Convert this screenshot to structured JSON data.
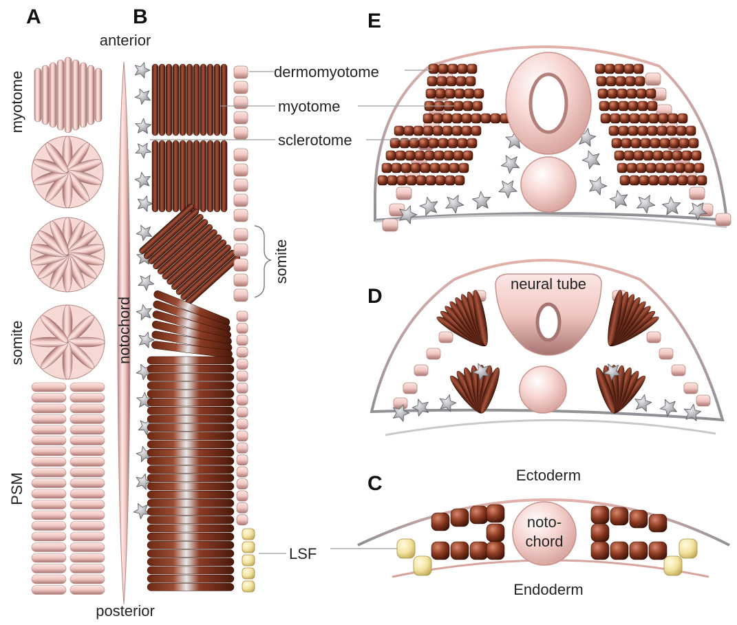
{
  "panels": {
    "a": "A",
    "b": "B",
    "c": "C",
    "d": "D",
    "e": "E"
  },
  "panel_a": {
    "myotome": "myotome",
    "somite": "somite",
    "psm": "PSM"
  },
  "panel_b": {
    "anterior": "anterior",
    "posterior": "posterior",
    "notochord": "notochord",
    "dermomyotome": "dermomyotome",
    "myotome": "myotome",
    "sclerotome": "sclerotome",
    "somite": "somite",
    "lsf": "LSF"
  },
  "panel_c": {
    "ectoderm": "Ectoderm",
    "endoderm": "Endoderm",
    "notochord_line1": "noto-",
    "notochord_line2": "chord"
  },
  "panel_d": {
    "neural_tube": "neural tube"
  },
  "colors": {
    "pink": "#f2c6c2",
    "pink_dark": "#c98f89",
    "brown": "#8a3a22",
    "brown_dark": "#4e1a0c",
    "grey": "#a9a9ad",
    "grey_dark": "#6c6c72",
    "yellow": "#f2e3a0",
    "yellow_dark": "#c9b35a",
    "membrane": "#d9a29c"
  }
}
